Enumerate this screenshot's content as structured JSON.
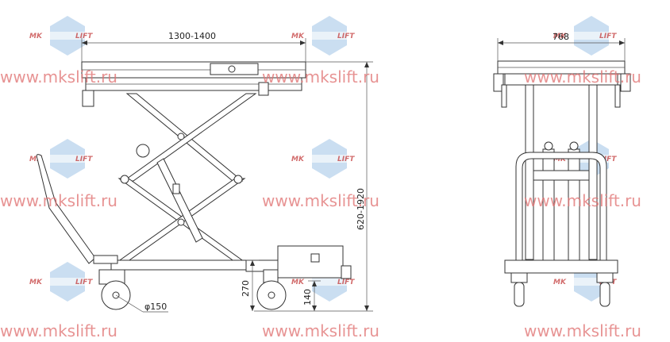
{
  "dimensions": {
    "top_width": "1300-1400",
    "height_range": "620-1920",
    "side_width": "768",
    "base_height": "270",
    "caster_height": "140",
    "wheel_diameter": "φ150"
  },
  "watermarks": {
    "site": "www.mkslift.ru",
    "logo_left": "MK",
    "logo_right": "LIFT"
  }
}
